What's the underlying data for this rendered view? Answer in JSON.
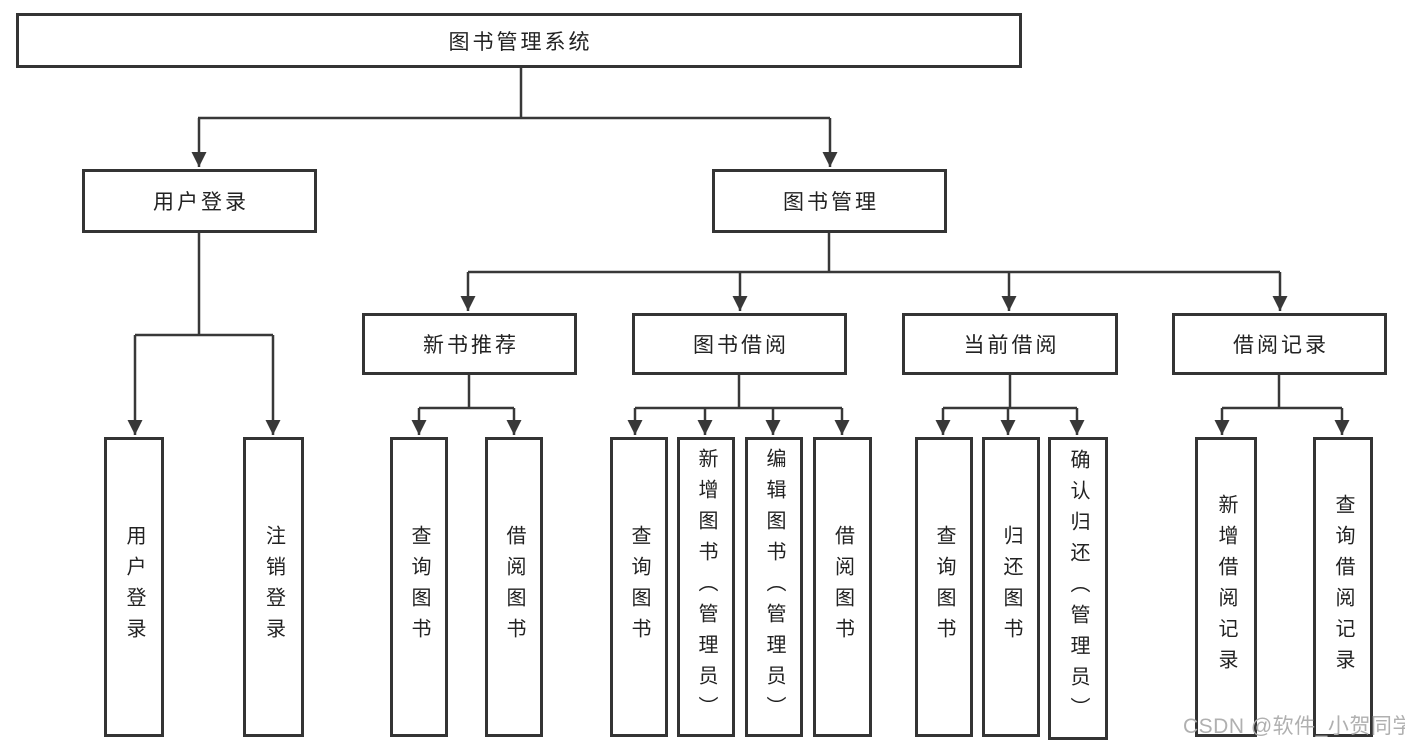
{
  "diagram": {
    "title": "图书管理系统",
    "nodes": [
      {
        "id": "root",
        "label": "图书管理系统",
        "level": 1,
        "orientation": "horizontal"
      },
      {
        "id": "user-login",
        "label": "用户登录",
        "level": 2,
        "orientation": "horizontal"
      },
      {
        "id": "book-mgmt",
        "label": "图书管理",
        "level": 2,
        "orientation": "horizontal"
      },
      {
        "id": "new-book",
        "label": "新书推荐",
        "level": 3,
        "orientation": "horizontal"
      },
      {
        "id": "book-borrow",
        "label": "图书借阅",
        "level": 3,
        "orientation": "horizontal"
      },
      {
        "id": "current-borrow",
        "label": "当前借阅",
        "level": 3,
        "orientation": "horizontal"
      },
      {
        "id": "borrow-record",
        "label": "借阅记录",
        "level": 3,
        "orientation": "horizontal"
      },
      {
        "id": "leaf-user-login",
        "label": "用户登录",
        "level": 4,
        "orientation": "vertical"
      },
      {
        "id": "leaf-logout",
        "label": "注销登录",
        "level": 4,
        "orientation": "vertical"
      },
      {
        "id": "nb-query",
        "label": "查询图书",
        "level": 4,
        "orientation": "vertical"
      },
      {
        "id": "nb-borrow",
        "label": "借阅图书",
        "level": 4,
        "orientation": "vertical"
      },
      {
        "id": "bb-query",
        "label": "查询图书",
        "level": 4,
        "orientation": "vertical"
      },
      {
        "id": "bb-add",
        "label": "新增图书（管理员）",
        "level": 4,
        "orientation": "vertical"
      },
      {
        "id": "bb-edit",
        "label": "编辑图书（管理员）",
        "level": 4,
        "orientation": "vertical"
      },
      {
        "id": "bb-borrow",
        "label": "借阅图书",
        "level": 4,
        "orientation": "vertical"
      },
      {
        "id": "cb-query",
        "label": "查询图书",
        "level": 4,
        "orientation": "vertical"
      },
      {
        "id": "cb-return",
        "label": "归还图书",
        "level": 4,
        "orientation": "vertical"
      },
      {
        "id": "cb-confirm",
        "label": "确认归还（管理员）",
        "level": 4,
        "orientation": "vertical"
      },
      {
        "id": "br-add",
        "label": "新增借阅记录",
        "level": 4,
        "orientation": "vertical"
      },
      {
        "id": "br-query",
        "label": "查询借阅记录",
        "level": 4,
        "orientation": "vertical"
      }
    ]
  },
  "watermark": {
    "text": "CSDN @软件_小贺同学"
  },
  "colors": {
    "line": "#383838",
    "box_border": "#343434",
    "text": "#222222",
    "watermark": "#b0b0b0",
    "background": "#ffffff"
  }
}
